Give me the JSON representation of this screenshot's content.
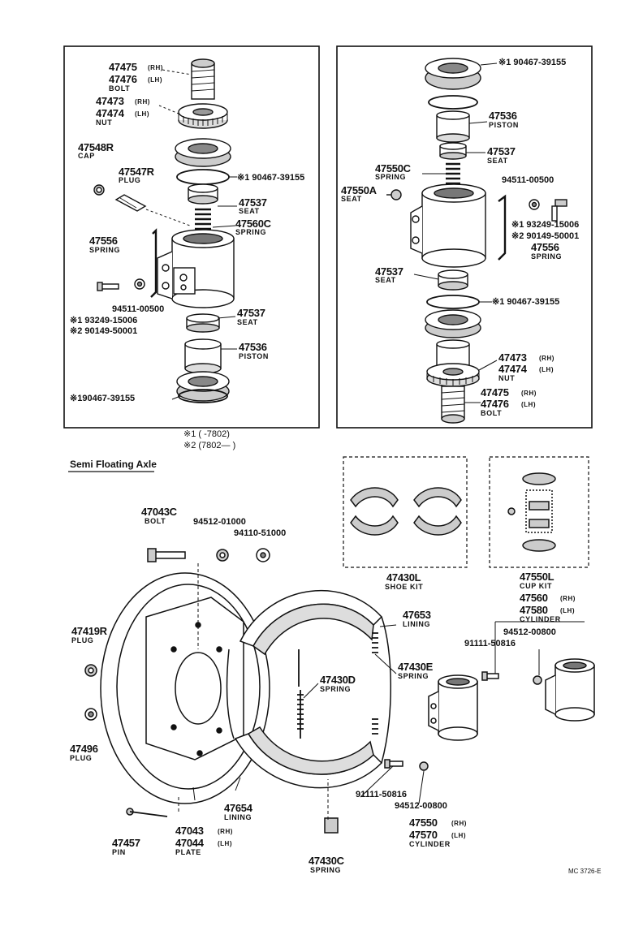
{
  "labels": {
    "tl_47475": "47475",
    "tl_47475_side": "(RH)",
    "tl_47476": "47476",
    "tl_47476_side": "(LH)",
    "tl_bolt": "BOLT",
    "tl_47473": "47473",
    "tl_47473_side": "(RH)",
    "tl_47474": "47474",
    "tl_47474_side": "(LH)",
    "tl_nut": "NUT",
    "tl_47548R": "47548R",
    "tl_cap": "CAP",
    "tl_47547R": "47547R",
    "tl_plug": "PLUG",
    "tl_90467_a": "※1 90467-39155",
    "tl_47537_a": "47537",
    "tl_seat_a": "SEAT",
    "tl_47560C": "47560C",
    "tl_spring_c": "SPRING",
    "tl_47556": "47556",
    "tl_spring_556": "SPRING",
    "tl_94511": "94511-00500",
    "tl_93249": "※1 93249-15006",
    "tl_90149": "※2 90149-50001",
    "tl_47537_b": "47537",
    "tl_seat_b": "SEAT",
    "tl_47536": "47536",
    "tl_piston": "PISTON",
    "tl_90467_b": "※190467-39155",
    "tr_90467_a": "※1 90467-39155",
    "tr_47536": "47536",
    "tr_piston": "PISTON",
    "tr_47537_a": "47537",
    "tr_seat_a": "SEAT",
    "tr_47550C": "47550C",
    "tr_spring_c": "SPRING",
    "tr_94511": "94511-00500",
    "tr_47550A": "47550A",
    "tr_seat_550a": "SEAT",
    "tr_93249": "※1 93249-15006",
    "tr_90149": "※2 90149-50001",
    "tr_47556": "47556",
    "tr_spring_556": "SPRING",
    "tr_47537_b": "47537",
    "tr_seat_b": "SEAT",
    "tr_90467_b": "※1 90467-39155",
    "tr_47473": "47473",
    "tr_47473_side": "(RH)",
    "tr_47474": "47474",
    "tr_47474_side": "(LH)",
    "tr_nut": "NUT",
    "tr_47475": "47475",
    "tr_47475_side": "(RH)",
    "tr_47476": "47476",
    "tr_47476_side": "(LH)",
    "tr_bolt": "BOLT",
    "fn_1": "※1 (        -7802)",
    "fn_2": "※2 (7802—        )",
    "section_title": "Semi Floating Axle",
    "b_47043C": "47043C",
    "b_bolt": "BOLT",
    "b_94512_01000": "94512-01000",
    "b_94110": "94110-51000",
    "b_47430L": "47430L",
    "b_shoe_kit": "SHOE KIT",
    "b_47550L": "47550L",
    "b_cup_kit": "CUP KIT",
    "b_47560": "47560",
    "b_47560_side": "(RH)",
    "b_47580": "47580",
    "b_47580_side": "(LH)",
    "b_cylinder_a": "CYLINDER",
    "b_94512_00800_a": "94512-00800",
    "b_91111_a": "91111-50816",
    "b_47653": "47653",
    "b_lining_a": "LINING",
    "b_47419R": "47419R",
    "b_plug_a": "PLUG",
    "b_47430D": "47430D",
    "b_spring_d": "SPRING",
    "b_47430E": "47430E",
    "b_spring_e": "SPRING",
    "b_47496": "47496",
    "b_plug_b": "PLUG",
    "b_91111_b": "91111-50816",
    "b_94512_00800_b": "94512-00800",
    "b_47654": "47654",
    "b_lining_b": "LINING",
    "b_47457": "47457",
    "b_pin": "PIN",
    "b_47043": "47043",
    "b_47043_side": "(RH)",
    "b_47044": "47044",
    "b_47044_side": "(LH)",
    "b_plate": "PLATE",
    "b_47550": "47550",
    "b_47550_side": "(RH)",
    "b_47570": "47570",
    "b_47570_side": "(LH)",
    "b_cylinder_b": "CYLINDER",
    "b_47430C": "47430C",
    "b_spring_c": "SPRING",
    "code": "MC 3726-E"
  },
  "colors": {
    "ink": "#111111",
    "paper": "#ffffff",
    "shade": "#bdbdbd"
  }
}
